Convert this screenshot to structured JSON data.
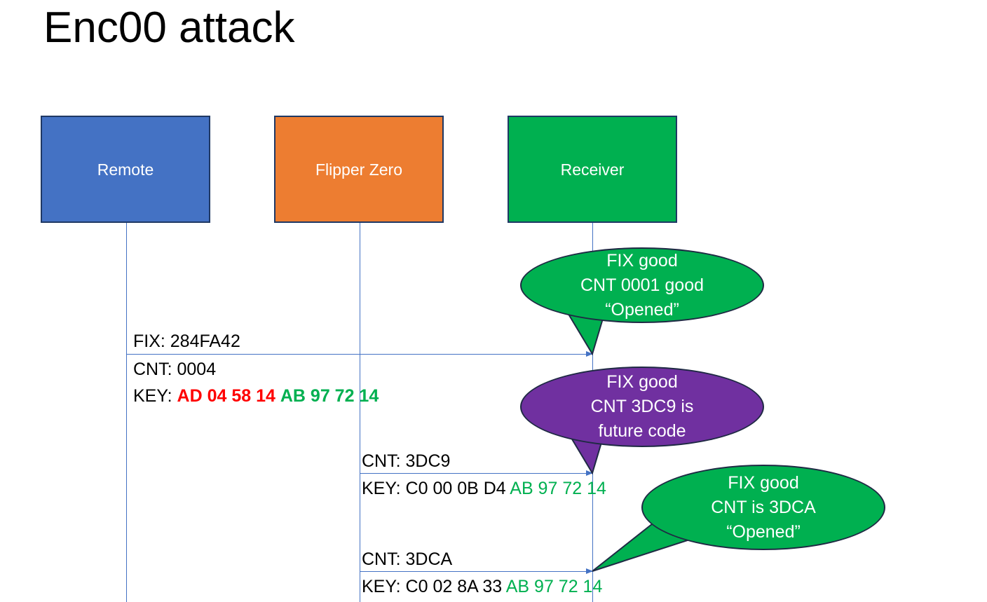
{
  "title": "Enc00 attack",
  "actors": [
    {
      "name": "remote",
      "label": "Remote",
      "color": "#4472C4"
    },
    {
      "name": "flipper",
      "label": "Flipper Zero",
      "color": "#ED7D31"
    },
    {
      "name": "receiver",
      "label": "Receiver",
      "color": "#00B050"
    }
  ],
  "messages": [
    {
      "from": "remote",
      "to": "receiver",
      "fix_label": "FIX: 284FA42",
      "cnt_label": "CNT: 0004",
      "key_prefix": "KEY: ",
      "key_part1": "AD 04 58 14",
      "key_part2": "AB 97 72 14"
    },
    {
      "from": "flipper",
      "to": "receiver",
      "cnt_label": "CNT: 3DC9",
      "key_prefix": "KEY: ",
      "key_part1": "C0 00 0B D4",
      "key_part2": "AB 97 72 14"
    },
    {
      "from": "flipper",
      "to": "receiver",
      "cnt_label": "CNT: 3DCA",
      "key_prefix": "KEY: ",
      "key_part1": "C0 02 8A 33",
      "key_part2": "AB 97 72 14"
    }
  ],
  "bubbles": [
    {
      "name": "bubble-fix-good-cnt-0001",
      "color": "#00B050",
      "line1": "FIX good",
      "line2": "CNT 0001 good",
      "line3": "“Opened”"
    },
    {
      "name": "bubble-future-code",
      "color": "#7030A0",
      "line1": "FIX good",
      "line2": "CNT 3DC9 is",
      "line3": "future code"
    },
    {
      "name": "bubble-fix-good-cnt-3dca",
      "color": "#00B050",
      "line1": "FIX good",
      "line2": "CNT is 3DCA",
      "line3": "“Opened”"
    }
  ],
  "colors": {
    "blue": "#4472C4",
    "orange": "#ED7D31",
    "green": "#00B050",
    "purple": "#7030A0",
    "red": "#FF0000",
    "box_border": "#1F3864",
    "lifeline": "#4472C4"
  }
}
